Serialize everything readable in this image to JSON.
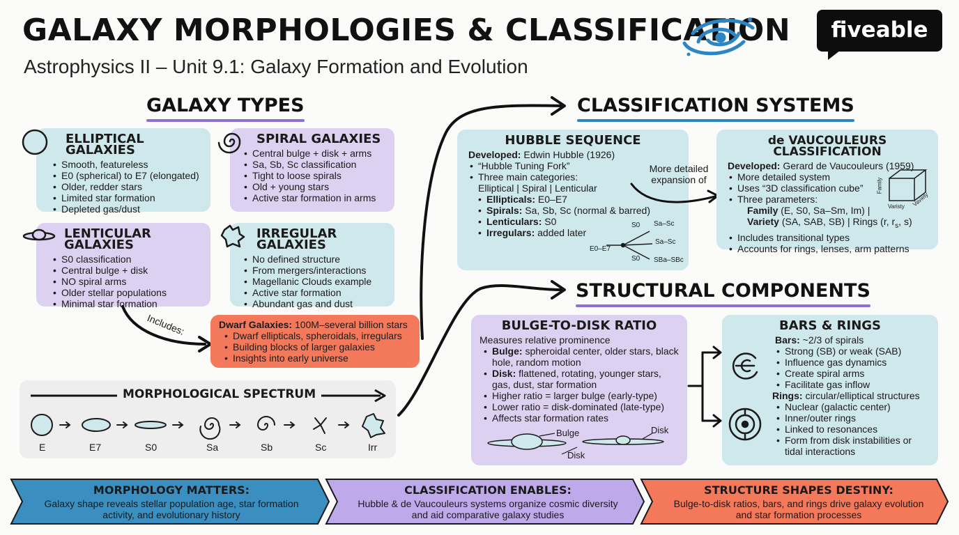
{
  "header": {
    "title": "GALAXY MORPHOLOGIES & CLASSIFICATION",
    "subtitle": "Astrophysics II – Unit 9.1: Galaxy Formation and Evolution",
    "logo_text": "fiveable",
    "logo_icon": "galaxy-swirl-icon"
  },
  "galaxy_types": {
    "title": "GALAXY TYPES",
    "elliptical": {
      "title": "ELLIPTICAL GALAXIES",
      "icon": "circle-icon",
      "items": [
        "Smooth, featureless",
        "E0 (spherical) to E7 (elongated)",
        "Older, redder stars",
        "Limited star formation",
        "Depleted gas/dust"
      ]
    },
    "spiral": {
      "title": "SPIRAL GALAXIES",
      "icon": "spiral-icon",
      "items": [
        "Central bulge + disk + arms",
        "Sa, Sb, Sc classification",
        "Tight to loose spirals",
        "Old + young stars",
        "Active star formation in arms"
      ]
    },
    "lenticular": {
      "title": "LENTICULAR GALAXIES",
      "icon": "lens-icon",
      "items": [
        "S0 classification",
        "Central bulge + disk",
        "NO spiral arms",
        "Older stellar populations",
        "Minimal star formation"
      ]
    },
    "irregular": {
      "title": "IRREGULAR GALAXIES",
      "icon": "irregular-blob-icon",
      "items": [
        "No defined structure",
        "From mergers/interactions",
        "Magellanic Clouds example",
        "Active star formation",
        "Abundant gas and dust"
      ]
    },
    "includes_label": "Includes:",
    "dwarf": {
      "heading_bold": "Dwarf Galaxies:",
      "heading_rest": " 100M–several billion stars",
      "items": [
        "Dwarf ellipticals, spheroidals, irregulars",
        "Building blocks of larger galaxies",
        "Insights into early universe"
      ]
    }
  },
  "spectrum": {
    "title": "MORPHOLOGICAL SPECTRUM",
    "labels": [
      "E",
      "E7",
      "S0",
      "Sa",
      "Sb",
      "Sc",
      "Irr"
    ]
  },
  "classification": {
    "title": "CLASSIFICATION SYSTEMS",
    "hubble": {
      "title": "HUBBLE SEQUENCE",
      "developed_label": "Developed:",
      "developed_value": " Edwin Hubble (1926)",
      "items": [
        "“Hubble Tuning Fork”",
        "Three main categories:"
      ],
      "categories_line": "Elliptical | Spiral | Lenticular",
      "sub": [
        {
          "label": "Ellipticals:",
          "value": " E0–E7"
        },
        {
          "label": "Spirals:",
          "value": " Sa, Sb, Sc (normal & barred)"
        },
        {
          "label": "Lenticulars:",
          "value": " S0"
        },
        {
          "label": "Irregulars:",
          "value": " added later"
        }
      ],
      "fork": {
        "e": "E0–E7",
        "s0_top": "S0",
        "s0_bottom": "S0",
        "sa_sc_1": "Sa–Sc",
        "sa_sc_2": "Sa–Sc",
        "sba": "SBa–SBc"
      }
    },
    "expansion_label": "More detailed expansion of",
    "devauc": {
      "title": "de VAUCOULEURS CLASSIFICATION",
      "developed_label": "Developed:",
      "developed_value": " Gerard de Vaucouleurs (1959)",
      "items": [
        "More detailed system",
        "Uses “3D classification cube”",
        "Three parameters:"
      ],
      "params": [
        {
          "label": "Family",
          "value": " (E, S0, Sa–Sm, Im) |"
        },
        {
          "label": "Variety",
          "value": " (SA, SAB, SB) | Rings (r, r",
          "sub": "s",
          "tail": ", s)"
        }
      ],
      "items2": [
        "Includes transitional types",
        "Accounts for rings, lenses, arm patterns"
      ],
      "cube": {
        "family": "Family",
        "varisty": "Varisty",
        "vaviety": "Vaviety"
      }
    }
  },
  "structural": {
    "title": "STRUCTURAL COMPONENTS",
    "bulge": {
      "title": "BULGE-TO-DISK RATIO",
      "intro": "Measures relative prominence",
      "items": [
        {
          "label": "Bulge:",
          "value": " spheroidal center, older stars, black hole, random motion"
        },
        {
          "label": "Disk:",
          "value": " flattened, rotating, younger stars, gas, dust, star formation"
        },
        {
          "label": "",
          "value": "Higher ratio = larger bulge (early-type)"
        },
        {
          "label": "",
          "value": "Lower ratio = disk-dominated (late-type)"
        },
        {
          "label": "",
          "value": "Affects star formation rates"
        }
      ],
      "bulge_label": "Bulge",
      "disk_label_1": "Disk",
      "disk_label_2": "Disk"
    },
    "bars": {
      "title": "BARS & RINGS",
      "bars_label": "Bars:",
      "bars_value": " ~2/3 of spirals",
      "bars_items": [
        "Strong (SB) or weak (SAB)",
        "Influence gas dynamics",
        "Create spiral arms",
        "Facilitate gas inflow"
      ],
      "rings_label": "Rings:",
      "rings_value": " circular/elliptical structures",
      "rings_items": [
        "Nuclear (galactic center)",
        "Inner/outer rings",
        "Linked to resonances",
        "Form from disk instabilities or tidal interactions"
      ]
    }
  },
  "banners": [
    {
      "title": "MORPHOLOGY MATTERS:",
      "text": "Galaxy shape reveals stellar population age, star formation activity, and evolutionary history",
      "color": "#3a8fc0"
    },
    {
      "title": "CLASSIFICATION ENABLES:",
      "text": "Hubble & de Vaucouleurs systems organize cosmic diversity and aid comparative galaxy studies",
      "color": "#bea9ea"
    },
    {
      "title": "STRUCTURE SHAPES DESTINY:",
      "text": "Bulge-to-disk ratios, bars, and rings drive galaxy evolution and star formation processes",
      "color": "#f4795a"
    }
  ]
}
